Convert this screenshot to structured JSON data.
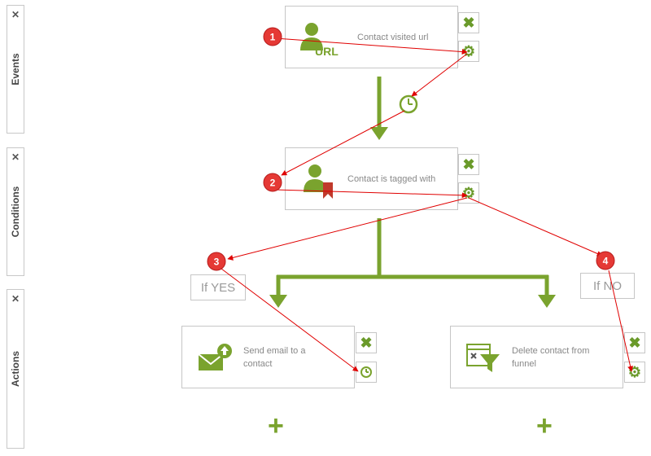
{
  "sidebar": {
    "close_glyph": "✕",
    "tabs": [
      {
        "label": "Events"
      },
      {
        "label": "Conditions"
      },
      {
        "label": "Actions"
      }
    ]
  },
  "nodes": {
    "event": {
      "label": "Contact visited url",
      "icon": "user-url-icon",
      "icon_text": "URL"
    },
    "condition": {
      "label": "Contact is tagged with",
      "icon": "user-tag-icon"
    },
    "action_yes": {
      "label": "Send email to a contact",
      "icon": "email-send-icon"
    },
    "action_no": {
      "label": "Delete contact from funnel",
      "icon": "funnel-delete-icon"
    }
  },
  "branches": {
    "yes": "If YES",
    "no": "If NO"
  },
  "buttons": {
    "delete_glyph": "✖",
    "settings_glyph": "⚙",
    "add_glyph": "+"
  },
  "annotations": {
    "badges": [
      "1",
      "2",
      "3",
      "4"
    ]
  },
  "colors": {
    "green": "#7aa32e",
    "badge_red": "#e53935",
    "annotation_line": "#e00000"
  }
}
